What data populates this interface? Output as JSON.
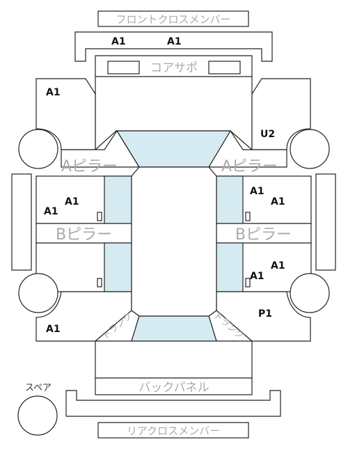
{
  "labels": {
    "front_cross_member": "フロントクロスメンバー",
    "core_support": "コアサポ",
    "a_pillar_left": "Aピラー",
    "a_pillar_right": "Aピラー",
    "b_pillar_left": "Bピラー",
    "b_pillar_right": "Bピラー",
    "back_panel": "バックパネル",
    "rear_cross_member": "リアクロスメンバー",
    "spare": "スペア",
    "trunk_left": "トランク",
    "trunk_right": "トランク"
  },
  "codes": {
    "front_member_left": "A1",
    "front_member_right": "A1",
    "front_fender_left": "A1",
    "front_fender_right": "U2",
    "front_door_left_1": "A1",
    "front_door_left_2": "A1",
    "front_door_right_1": "A1",
    "front_door_right_2": "A1",
    "rear_door_right_1": "A1",
    "rear_door_right_2": "A1",
    "rear_fender_left": "A1",
    "rear_fender_right": "P1"
  },
  "colors": {
    "outline": "#222222",
    "label_gray": "#aaaaaa",
    "glass": "#d6eaf2",
    "code_text": "#111111"
  }
}
